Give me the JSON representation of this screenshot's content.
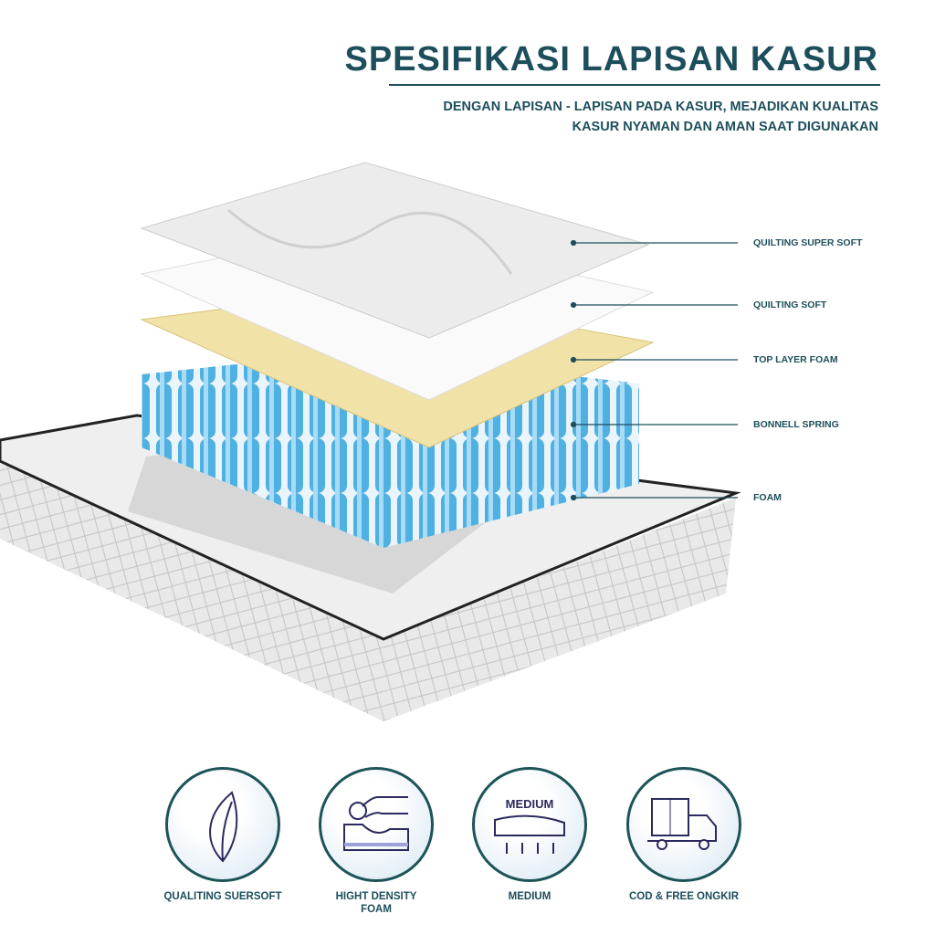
{
  "header": {
    "title": "SPESIFIKASI LAPISAN KASUR",
    "subtitle_line1": "DENGAN LAPISAN - LAPISAN PADA KASUR, MEJADIKAN KUALITAS",
    "subtitle_line2": "KASUR NYAMAN DAN AMAN SAAT DIGUNAKAN"
  },
  "layers": [
    "QUILTING SUPER SOFT",
    "QUILTING SOFT",
    "TOP LAYER FOAM",
    "BONNELL SPRING",
    "FOAM"
  ],
  "features": [
    {
      "icon": "leaf-icon",
      "label": "QUALITING SUERSOFT"
    },
    {
      "icon": "sleeper-foam-icon",
      "label": "HIGHT DENSITY FOAM"
    },
    {
      "icon": "medium-firmness-icon",
      "label": "MEDIUM",
      "icon_text": "MEDIUM"
    },
    {
      "icon": "delivery-truck-icon",
      "label": "COD & FREE ONGKIR"
    }
  ],
  "colors": {
    "accent": "#1d4e5c",
    "foam": "#f1e2a8",
    "spring": "#4fb0e2"
  }
}
